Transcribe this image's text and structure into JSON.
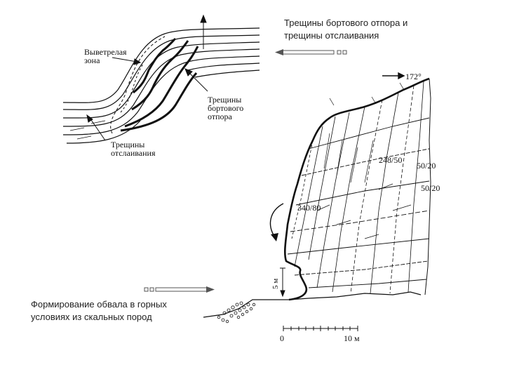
{
  "captions": {
    "top_line1": "Трещины бортового отпора и",
    "top_line2": "трещины отслаивания",
    "bottom_line1": "Формирование обвала в горных",
    "bottom_line2": "условиях из скальных пород"
  },
  "left_diagram": {
    "label_weathered_1": "Выветрелая",
    "label_weathered_2": "зона",
    "label_rebound_1": "Трещины",
    "label_rebound_2": "бортового",
    "label_rebound_3": "отпора",
    "label_peel_1": "Трещины",
    "label_peel_2": "отслаивания"
  },
  "right_diagram": {
    "azimuth": "172°",
    "orient_a": "248/50",
    "orient_b": "50/20",
    "orient_c": "50/20",
    "orient_d": "340/80",
    "height_mark": "5 м",
    "scale_zero": "0",
    "scale_end": "10 м"
  },
  "colors": {
    "ink": "#111111",
    "arrow_fill": "#ffffff",
    "arrow_stroke": "#444444"
  }
}
